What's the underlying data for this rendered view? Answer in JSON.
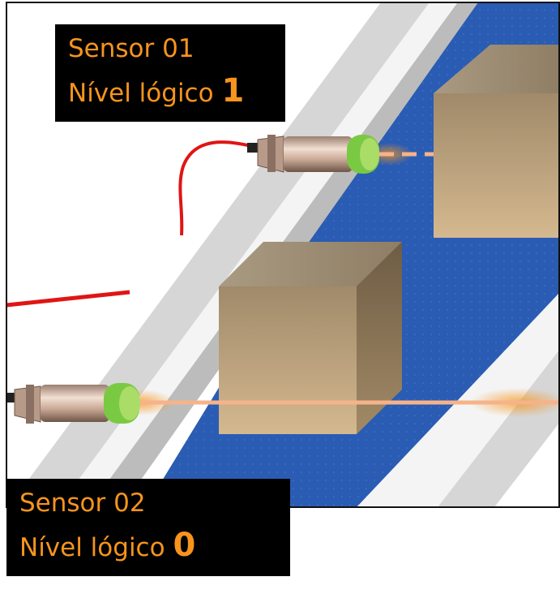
{
  "sensor1": {
    "title": "Sensor 01",
    "level_label": "Nível lógico",
    "level_value": "1"
  },
  "sensor2": {
    "title": "Sensor 02",
    "level_label": "Nível lógico",
    "level_value": "0"
  },
  "colors": {
    "label_bg": "#000000",
    "label_text": "#f7941d",
    "belt_blue": "#2a5cb3",
    "rail_gray": "#d6d6d6",
    "rail_white": "#f4f4f4",
    "cable_red": "#e01515",
    "beam": "#f6b38a",
    "box_face": "#b59a74",
    "sensor_cap": "#7ac943"
  }
}
